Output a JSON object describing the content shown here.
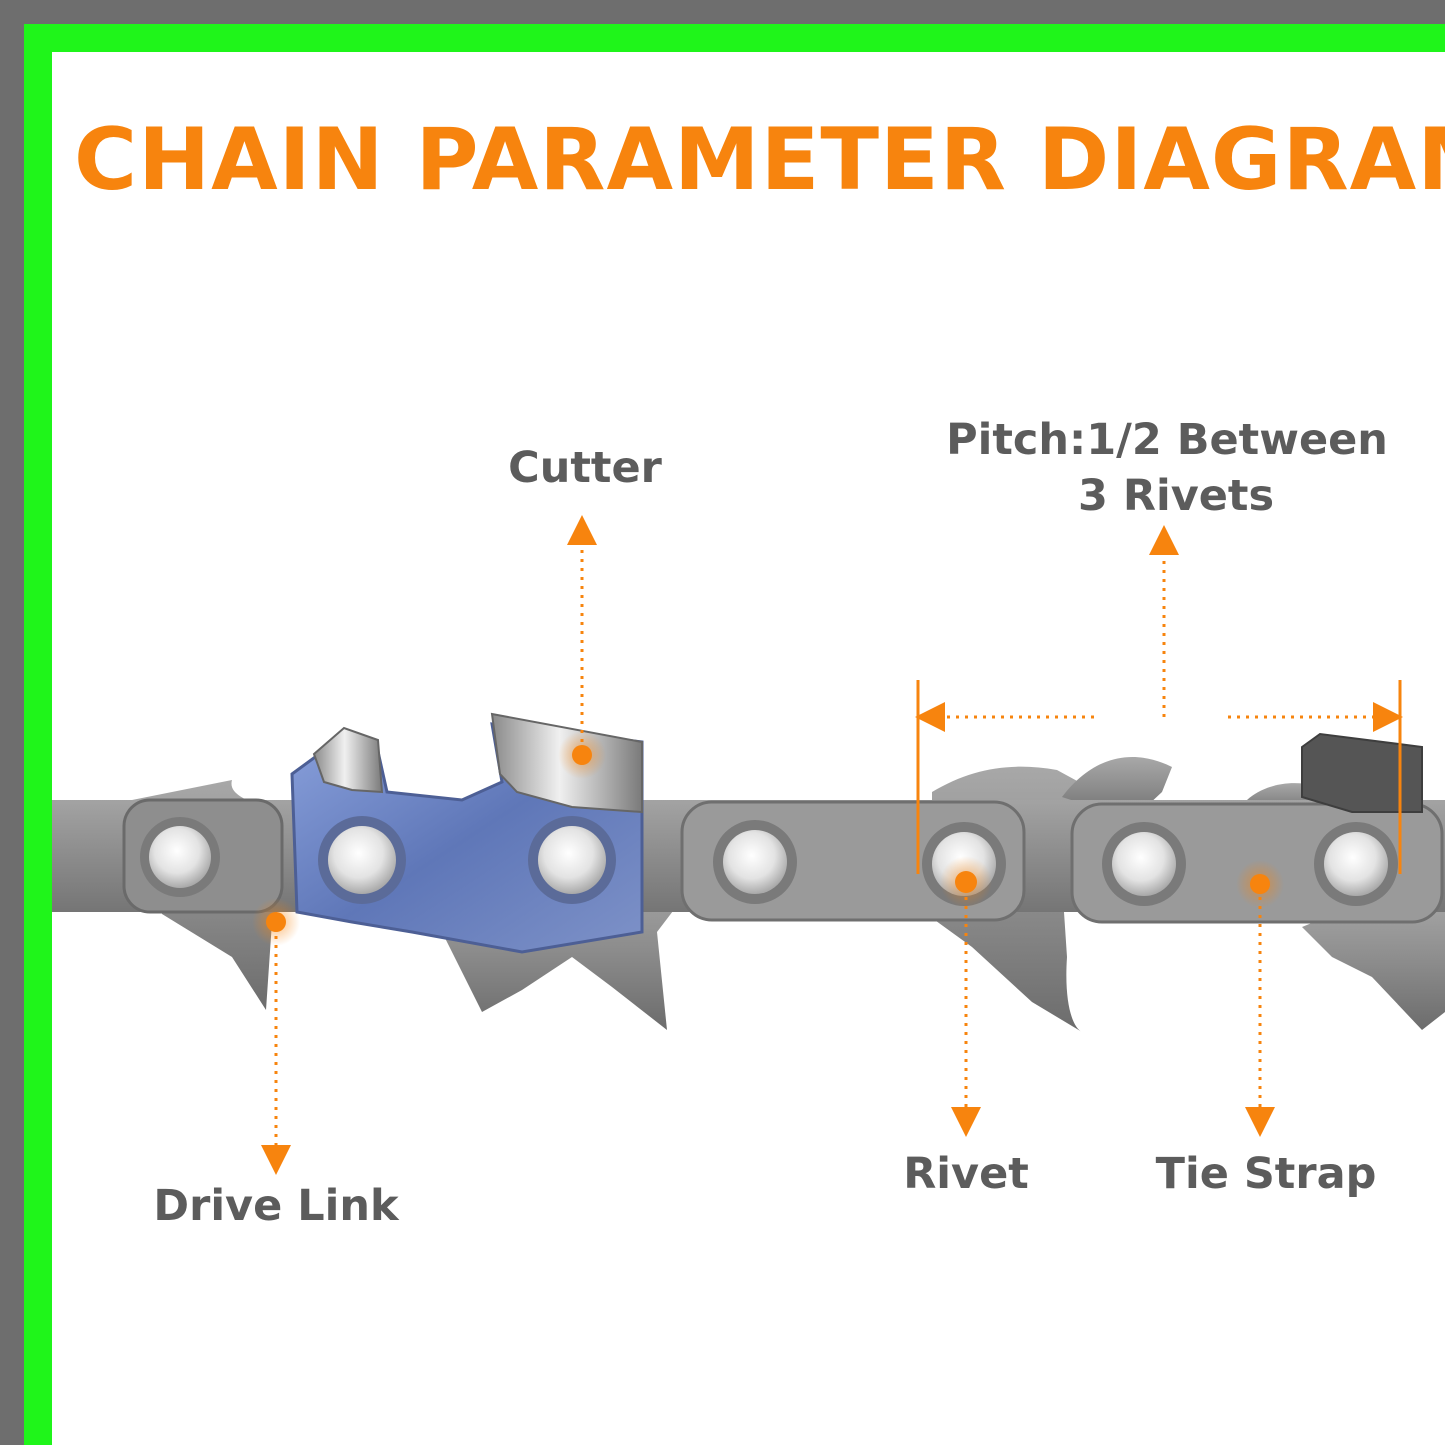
{
  "title": "CHAIN PARAMETER DIAGRAM",
  "labels": {
    "cutter": "Cutter",
    "pitch_line1": "Pitch:1/2 Between",
    "pitch_line2": "3 Rivets",
    "drive_link": "Drive Link",
    "rivet": "Rivet",
    "tie_strap": "Tie Strap"
  },
  "colors": {
    "accent": "#f7840e",
    "label_text": "#5c5c5c",
    "border_green": "#1ff51a",
    "border_gray": "#6e6e6e",
    "steel": "#8f8f8f",
    "blue_steel": "#6f86c4"
  }
}
